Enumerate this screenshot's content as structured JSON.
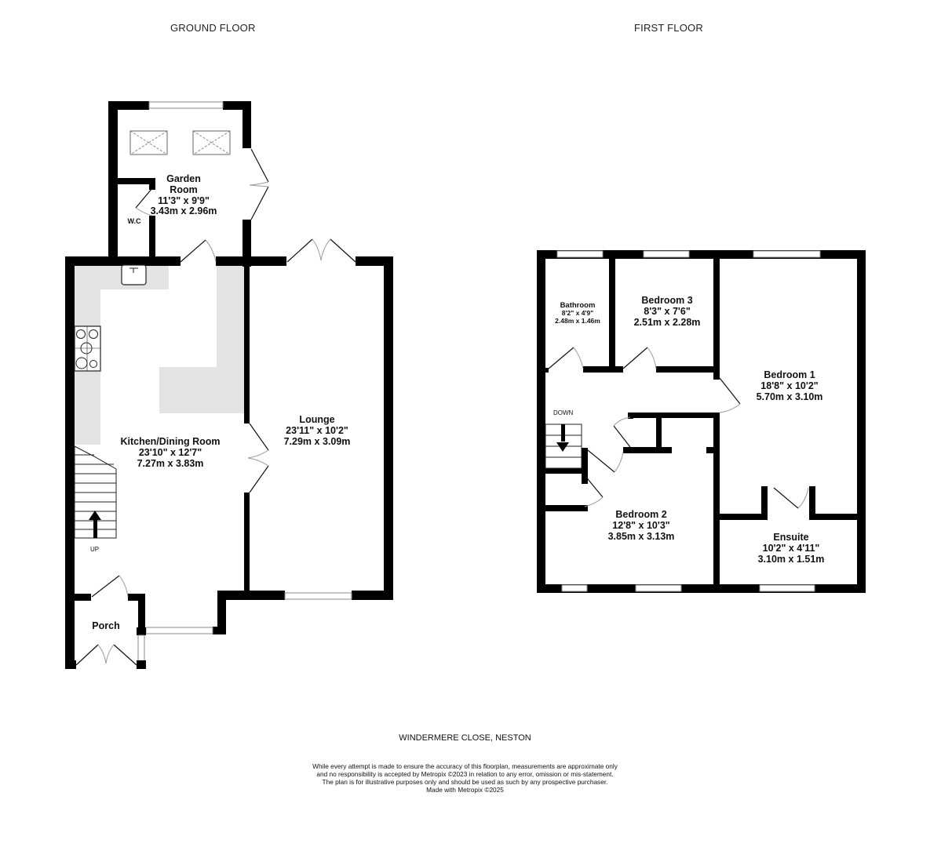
{
  "floors": {
    "ground": {
      "title": "GROUND FLOOR",
      "rooms": {
        "garden_room": {
          "name_line1": "Garden",
          "name_line2": "Room",
          "imperial": "11'3\"  x 9'9\"",
          "metric": "3.43m  x 2.96m"
        },
        "wc": {
          "name": "W.C"
        },
        "kitchen": {
          "name": "Kitchen/Dining Room",
          "imperial": "23'10\"  x 12'7\"",
          "metric": "7.27m  x 3.83m"
        },
        "lounge": {
          "name": "Lounge",
          "imperial": "23'11\"  x 10'2\"",
          "metric": "7.29m  x 3.09m"
        },
        "porch": {
          "name": "Porch"
        }
      },
      "stairs_label": "UP"
    },
    "first": {
      "title": "FIRST FLOOR",
      "rooms": {
        "bathroom": {
          "name": "Bathroom",
          "imperial": "8'2\"  x 4'9\"",
          "metric": "2.48m  x 1.46m"
        },
        "bedroom3": {
          "name": "Bedroom 3",
          "imperial": "8'3\"  x 7'6\"",
          "metric": "2.51m  x 2.28m"
        },
        "bedroom1": {
          "name": "Bedroom 1",
          "imperial": "18'8\"  x 10'2\"",
          "metric": "5.70m  x 3.10m"
        },
        "bedroom2": {
          "name": "Bedroom 2",
          "imperial": "12'8\"  x 10'3\"",
          "metric": "3.85m  x 3.13m"
        },
        "ensuite": {
          "name": "Ensuite",
          "imperial": "10'2\"  x 4'11\"",
          "metric": "3.10m  x 1.51m"
        }
      },
      "stairs_label": "DOWN"
    }
  },
  "footer": {
    "address": "WINDERMERE CLOSE, NESTON",
    "disclaimer": [
      "While every attempt is made to ensure the accuracy of this floorplan, measurements are approximate only",
      "and no responsibility is accepted by Metropix ©2023 in relation to any error, omission or mis-statement.",
      "The plan is for illustrative purposes only and should be used as such by any prospective purchaser.",
      "Made with Metropix ©2025"
    ]
  },
  "colors": {
    "wall": "#000000",
    "counter": "#e3e3e3",
    "background": "#ffffff"
  }
}
